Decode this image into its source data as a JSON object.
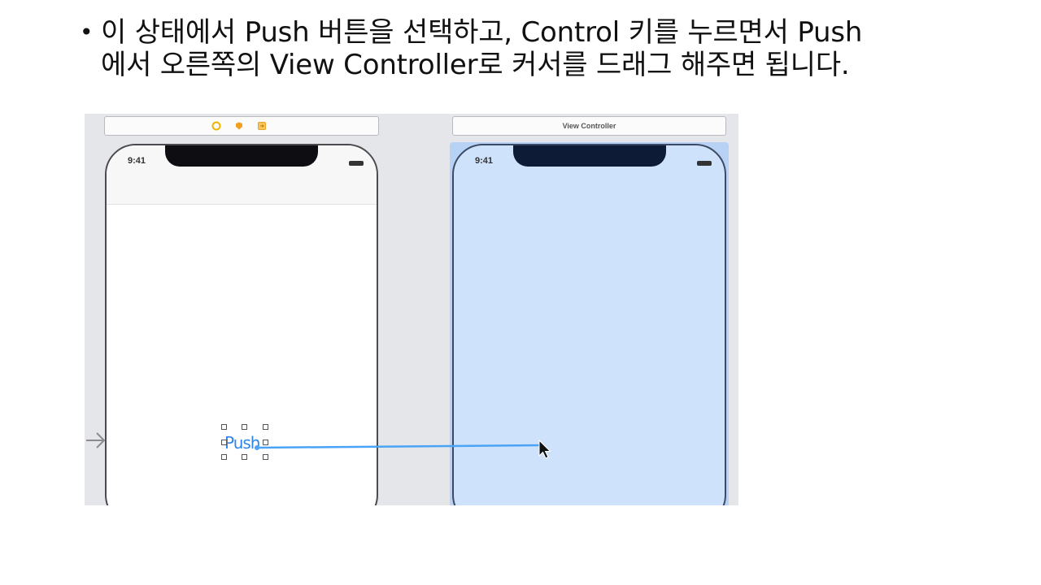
{
  "slide": {
    "bullet": "•",
    "line1": "이 상태에서 Push 버튼을 선택하고, Control 키를 누르면서 Push",
    "line2": "에서 오른쪽의 View Controller로 커서를 드래그 해주면 됩니다."
  },
  "storyboard": {
    "left_scene": {
      "bar_icons": [
        "view-controller-icon",
        "first-responder-icon",
        "exit-icon"
      ],
      "icon_colors": [
        "#f0b400",
        "#f0a020",
        "#f0a020"
      ],
      "time": "9:41",
      "button_label": "Push"
    },
    "right_scene": {
      "title": "View Controller",
      "time": "9:41",
      "highlight_color": "#cfe2fb"
    }
  }
}
